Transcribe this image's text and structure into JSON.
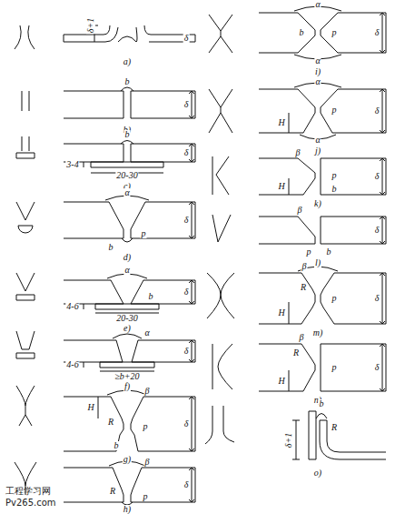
{
  "diagram": {
    "labels": [
      "δ+1",
      "δ",
      "a)",
      "b",
      "δ",
      "b)",
      "b",
      "δ",
      "3-4",
      "20-30",
      "c)",
      "α",
      "p",
      "b",
      "δ",
      "d)",
      "α",
      "b",
      "δ",
      "4-6",
      "20-30",
      "e)",
      "α",
      "δ",
      "4-6",
      "≥b+20",
      "f)",
      "β",
      "R",
      "H",
      "p",
      "b",
      "δ",
      "g)",
      "β",
      "R",
      "p",
      "δ",
      "h)",
      "α",
      "p",
      "b",
      "δ",
      "α",
      "i)",
      "α",
      "H",
      "p",
      "δ",
      "α",
      "j)",
      "β",
      "H",
      "p",
      "b",
      "δ",
      "k)",
      "β",
      "b",
      "p",
      "δ",
      "l)",
      "β",
      "H",
      "p",
      "R",
      "δ",
      "m)",
      "β",
      "R",
      "H",
      "p",
      "δ",
      "n)",
      "R",
      "b",
      "δ+1",
      "o)",
      "工程学习网",
      "Pv265.com"
    ]
  }
}
